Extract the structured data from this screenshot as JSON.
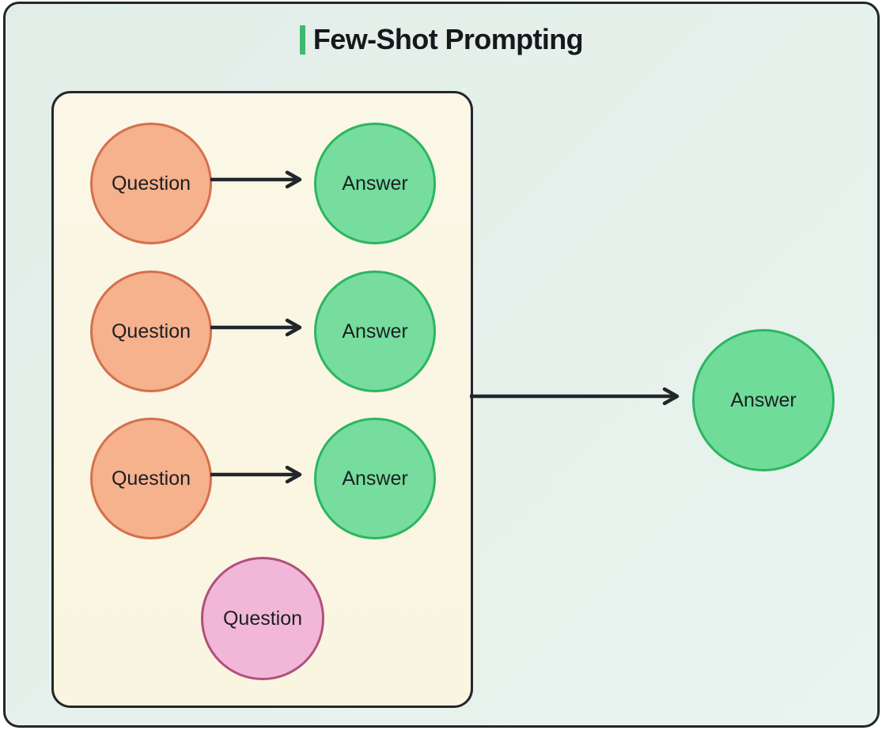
{
  "title": {
    "text": "Few-Shot Prompting",
    "accent_color": "#3cba71"
  },
  "examples_panel": {
    "rows": [
      {
        "question": "Question",
        "answer": "Answer"
      },
      {
        "question": "Question",
        "answer": "Answer"
      },
      {
        "question": "Question",
        "answer": "Answer"
      }
    ],
    "new_question": "Question"
  },
  "output": {
    "answer": "Answer"
  },
  "colors": {
    "background_mint": "#e6f1ec",
    "panel_cream": "#faf5e0",
    "question_fill": "#f6b18d",
    "question_border": "#d4704f",
    "answer_fill": "#77dd9e",
    "answer_border": "#2db560",
    "new_question_fill": "#f2b7d8",
    "new_question_border": "#b0507c",
    "arrow": "#22262b",
    "title_text": "#15181c"
  }
}
